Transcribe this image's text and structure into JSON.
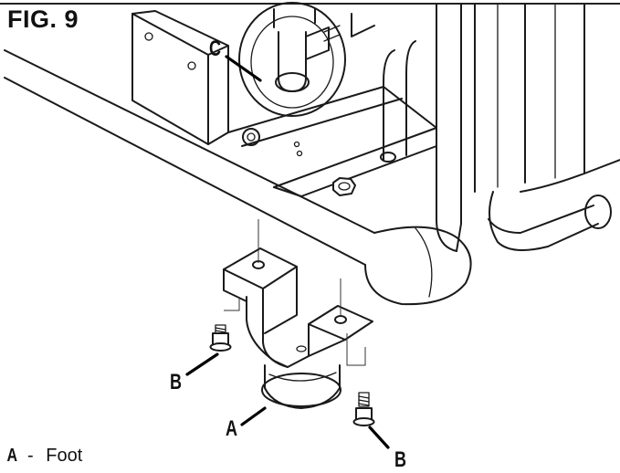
{
  "figure": {
    "title": "FIG. 9"
  },
  "callouts": {
    "a": "A",
    "b_left": "B",
    "b_right": "B",
    "c": "C"
  },
  "legend": {
    "items": [
      {
        "key": "A",
        "separator": "-",
        "label": "Foot"
      }
    ]
  }
}
